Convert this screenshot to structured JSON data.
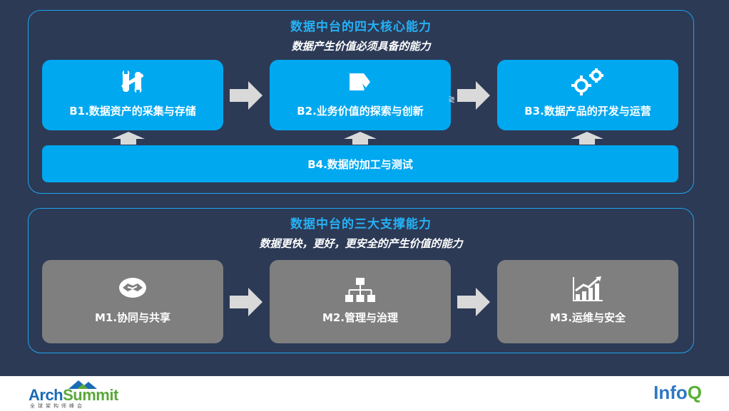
{
  "top_panel": {
    "title": "数据中台的四大核心能力",
    "subtitle": "数据产生价值必须具备的能力",
    "cards": [
      {
        "label": "B1.数据资产的采集与存储",
        "icon": "tools-icon"
      },
      {
        "label": "B2.业务价值的探索与创新",
        "icon": "flag-icon"
      },
      {
        "label": "B3.数据产品的开发与运营",
        "icon": "gears-icon"
      }
    ],
    "bar_label": "B4.数据的加工与测试"
  },
  "bottom_panel": {
    "title": "数据中台的三大支撑能力",
    "subtitle": "数据更快，更好，更安全的产生价值的能力",
    "cards": [
      {
        "label": "M1.协同与共享",
        "icon": "handshake-icon"
      },
      {
        "label": "M2.管理与治理",
        "icon": "org-chart-icon"
      },
      {
        "label": "M3.运维与安全",
        "icon": "growth-chart-icon"
      }
    ]
  },
  "footer": {
    "arch_logo_a": "Arch",
    "arch_logo_b": "Summit",
    "arch_logo_cn": "全球架构师峰会",
    "infoq_a": "Info",
    "infoq_b": "Q"
  },
  "colors": {
    "background": "#2c3a56",
    "accent_blue": "#00a8f0",
    "title_blue": "#25b1f5",
    "card_gray": "#7f7f7f",
    "arrow_gray": "#d9d9d9"
  }
}
